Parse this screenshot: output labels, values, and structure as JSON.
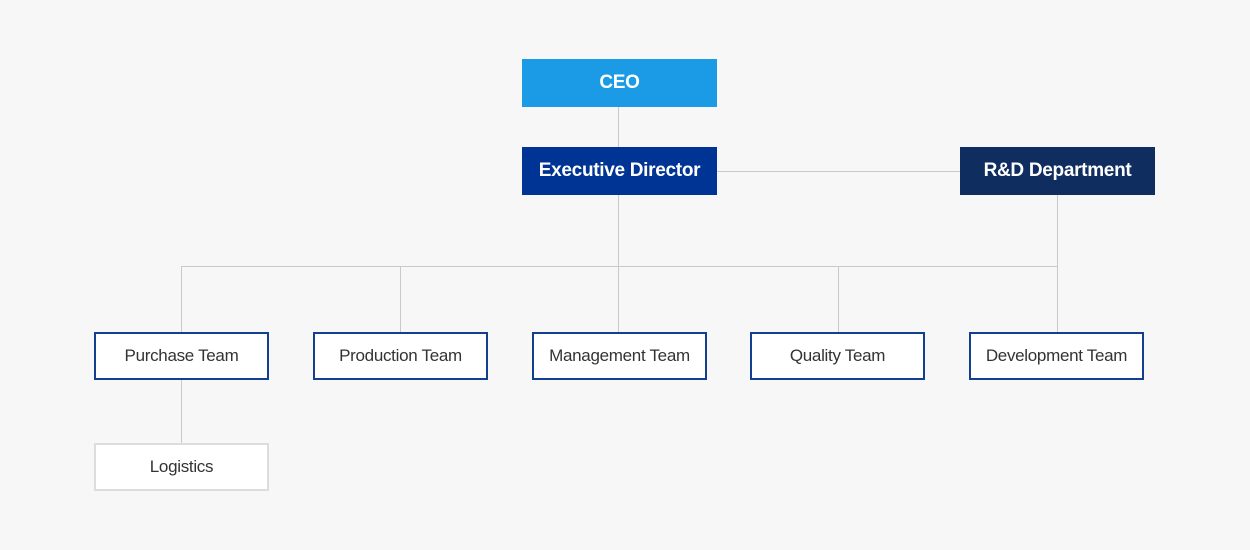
{
  "colors": {
    "background": "#f7f7f7",
    "ceo": "#1b9be6",
    "executive": "#003494",
    "rnd": "#0f2d5f",
    "team_border": "#123f8f",
    "sub_border": "#dddddd",
    "connector": "#c9c9c9"
  },
  "org": {
    "ceo": "CEO",
    "executive_director": "Executive Director",
    "rnd_department": "R&D Department",
    "teams": {
      "purchase": "Purchase Team",
      "production": "Production Team",
      "management": "Management Team",
      "quality": "Quality Team",
      "development": "Development Team"
    },
    "logistics": "Logistics"
  }
}
